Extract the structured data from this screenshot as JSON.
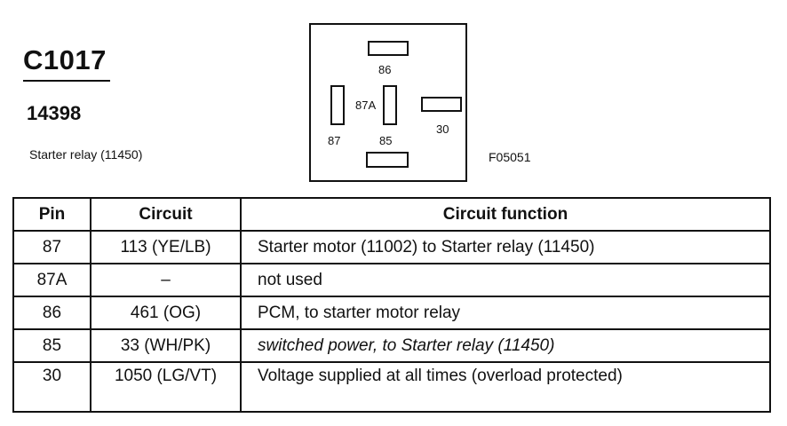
{
  "header": {
    "connector_id": "C1017",
    "part_number": "14398",
    "description": "Starter relay (11450)",
    "figure_code": "F05051"
  },
  "diagram": {
    "pins": {
      "p86": "86",
      "p87a": "87A",
      "p30": "30",
      "p87": "87",
      "p85": "85"
    }
  },
  "table": {
    "headers": {
      "pin": "Pin",
      "circuit": "Circuit",
      "function": "Circuit function"
    },
    "rows": [
      {
        "pin": "87",
        "circuit": "113 (YE/LB)",
        "function": "Starter motor (11002) to Starter relay (11450)"
      },
      {
        "pin": "87A",
        "circuit": "–",
        "function": "not used"
      },
      {
        "pin": "86",
        "circuit": "461 (OG)",
        "function": "PCM, to starter motor relay"
      },
      {
        "pin": "85",
        "circuit": "33 (WH/PK)",
        "function": "switched power, to Starter relay (11450)"
      },
      {
        "pin": "30",
        "circuit": "1050 (LG/VT)",
        "function": "Voltage supplied at all times (overload protected)"
      }
    ]
  }
}
